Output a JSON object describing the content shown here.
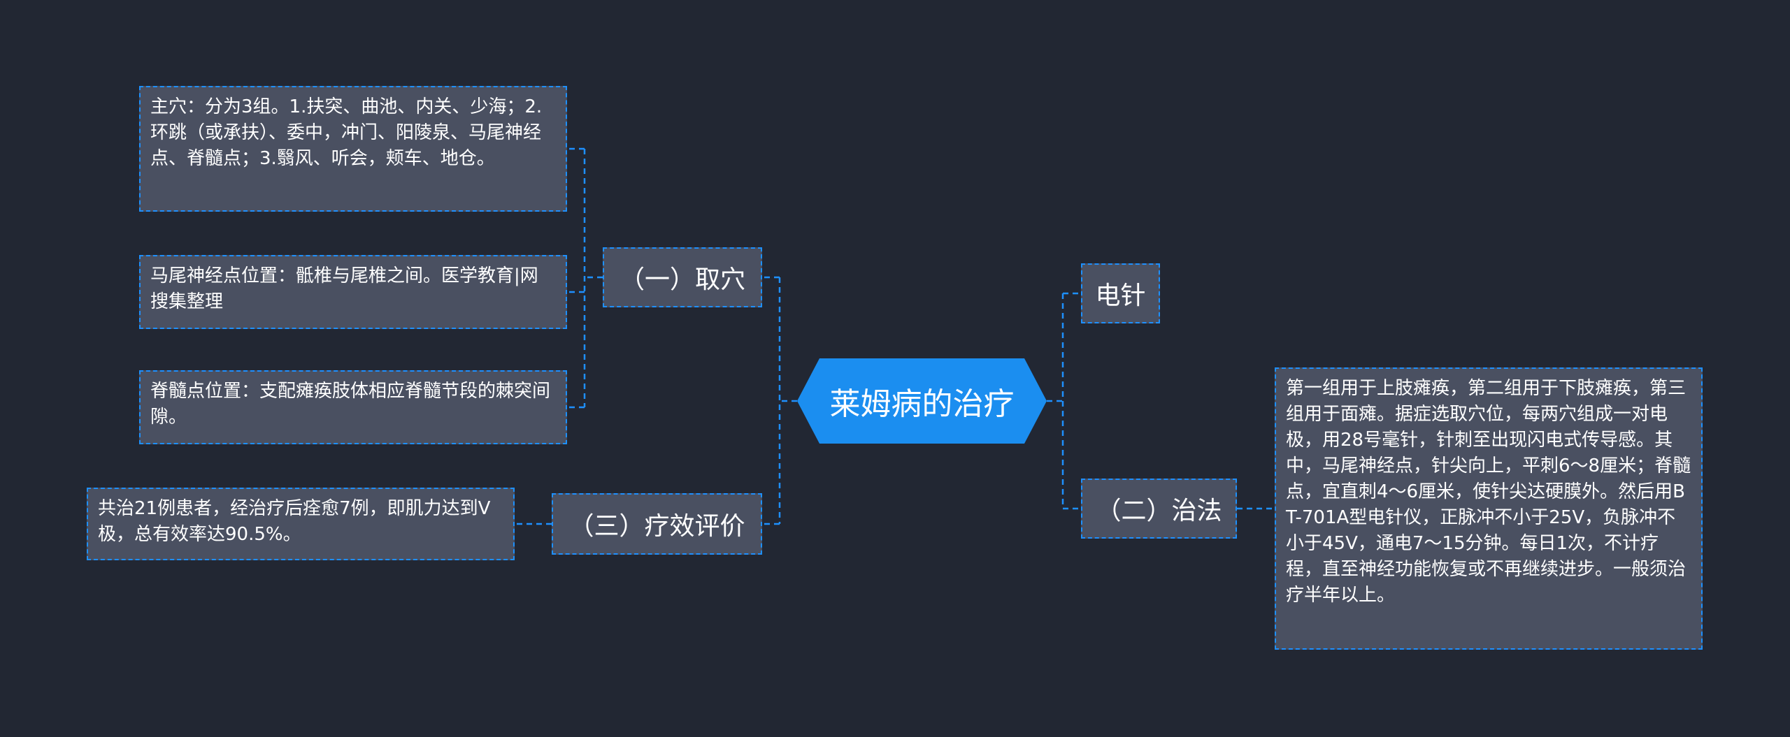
{
  "root": {
    "label": "莱姆病的治疗"
  },
  "left": {
    "quxue": {
      "label": "（一）取穴",
      "leaves": [
        "主穴：分为3组。1.扶突、曲池、内关、少海；2.环跳（或承扶）、委中，冲门、阳陵泉、马尾神经点、脊髓点；3.翳风、听会，颊车、地仓。",
        "马尾神经点位置：骶椎与尾椎之间。医学教育|网搜集整理",
        "脊髓点位置：支配瘫痪肢体相应脊髓节段的棘突间隙。"
      ]
    },
    "liaoxiao": {
      "label": "（三）疗效评价",
      "leaves": [
        "共治21例患者，经治疗后痊愈7例，即肌力达到Ⅴ极，总有效率达90.5%。"
      ]
    }
  },
  "right": {
    "dianzhen": {
      "label": "电针"
    },
    "zhifa": {
      "label": "（二）治法",
      "leaves": [
        "第一组用于上肢瘫痪，第二组用于下肢瘫痪，第三组用于面瘫。据症选取穴位，每两穴组成一对电极，用28号毫针，针刺至出现闪电式传导感。其中，马尾神经点，针尖向上，平刺6～8厘米；脊髓点，宜直刺4～6厘米，使针尖达硬膜外。然后用BT-701A型电针仪，正脉冲不小于25V，负脉冲不小于45V，通电7～15分钟。每日1次，不计疗程，直至神经功能恢复或不再继续进步。一般须治疗半年以上。"
      ]
    }
  },
  "colors": {
    "background": "#222733",
    "node_fill": "#4a5061",
    "accent": "#1e90ff",
    "root_fill": "#1b8ef0"
  }
}
